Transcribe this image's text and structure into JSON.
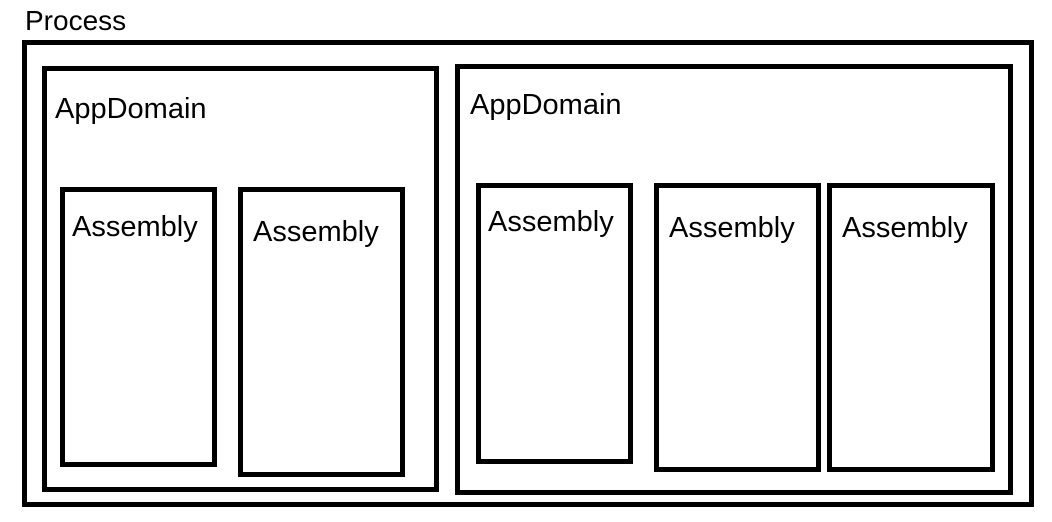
{
  "process": {
    "label": "Process",
    "appdomains": [
      {
        "label": "AppDomain",
        "assemblies": [
          {
            "label": "Assembly"
          },
          {
            "label": "Assembly"
          }
        ]
      },
      {
        "label": "AppDomain",
        "assemblies": [
          {
            "label": "Assembly"
          },
          {
            "label": "Assembly"
          },
          {
            "label": "Assembly"
          }
        ]
      }
    ]
  },
  "colors": {
    "stroke": "#000000",
    "background": "#ffffff"
  }
}
